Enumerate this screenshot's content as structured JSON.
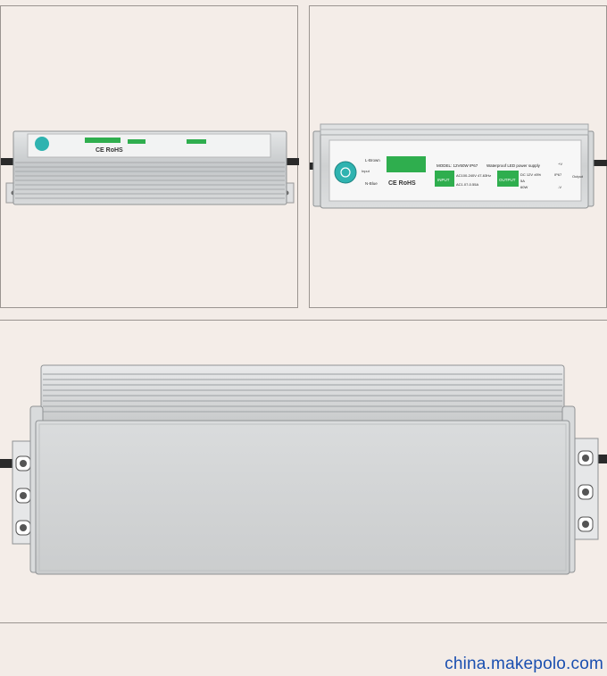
{
  "watermark": "china.makepolo.com",
  "colors": {
    "background": "#f3ece7",
    "aluminum": "#c9cbcc",
    "label_green": "#2fae4e",
    "logo_teal": "#2fb3b0",
    "watermark_blue": "#1a4fb0"
  },
  "device_label": {
    "wire_top": "L-Brown",
    "wire_bottom": "N-Blue",
    "input_side": "Input",
    "output_side": "Output",
    "model": "MODEL: 12V60W IP67",
    "title": "Waterproof LED power supply",
    "input_tag": "INPUT",
    "input_spec_1": "AC100-240V 47-63Hz",
    "input_spec_2": "AC1.07-0.55A",
    "output_tag": "OUTPUT",
    "output_spec_1": "DC 12V ±5%",
    "output_spec_2": "5A",
    "output_spec_3": "60W",
    "cert": "CE RoHS",
    "right_top": "+V",
    "right_mid": "IP67",
    "right_bottom": "-V"
  }
}
